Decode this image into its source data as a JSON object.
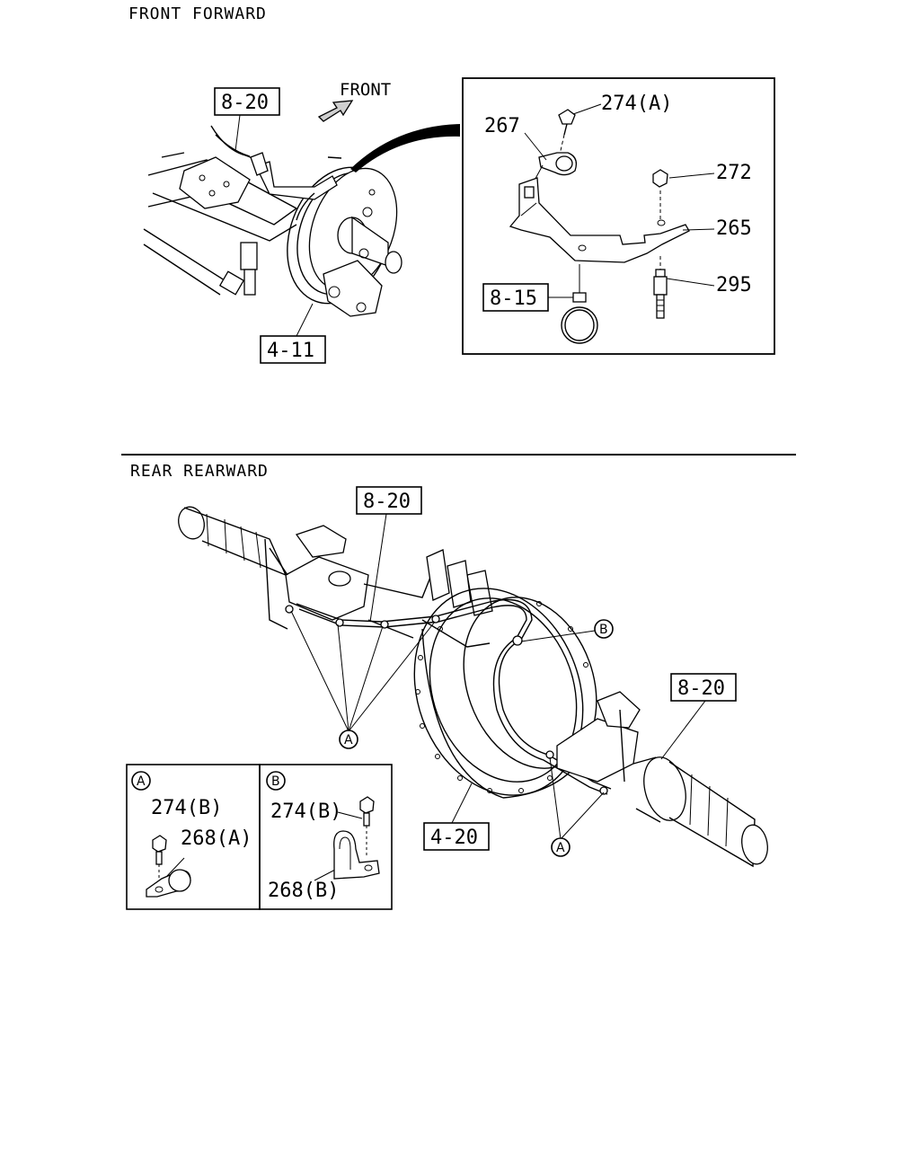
{
  "front_section": {
    "title": "FRONT FORWARD",
    "direction_label": "FRONT",
    "callouts": {
      "ref_8_20": "8-20",
      "ref_4_11": "4-11",
      "ref_8_15": "8-15",
      "part_274a": "274(A)",
      "part_267": "267",
      "part_272": "272",
      "part_265": "265",
      "part_295": "295"
    }
  },
  "rear_section": {
    "title": "REAR REARWARD",
    "callouts": {
      "ref_8_20_left": "8-20",
      "ref_8_20_right": "8-20",
      "ref_4_20": "4-20",
      "marker_a_left": "A",
      "marker_a_right": "A",
      "marker_b": "B"
    },
    "detail_a": {
      "marker": "A",
      "part_274b": "274(B)",
      "part_268a": "268(A)"
    },
    "detail_b": {
      "marker": "B",
      "part_274b": "274(B)",
      "part_268b": "268(B)"
    }
  }
}
